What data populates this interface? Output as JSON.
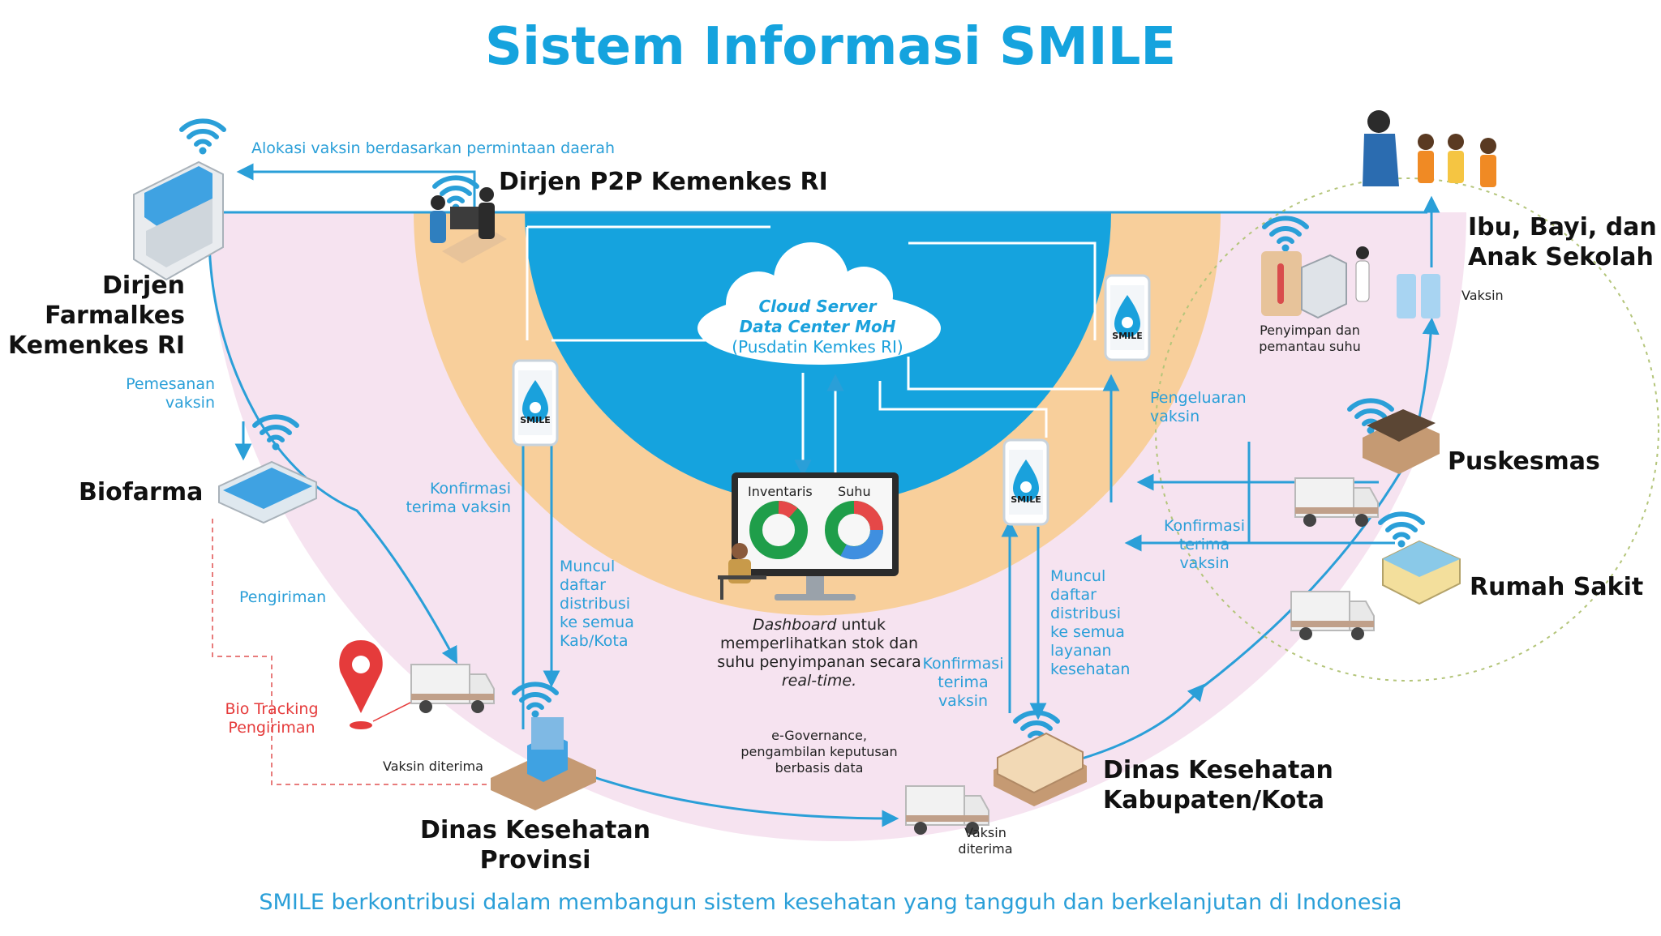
{
  "title": "Sistem Informasi SMILE",
  "footer": "SMILE berkontribusi dalam membangun sistem kesehatan yang tangguh dan berkelanjutan di Indonesia",
  "cloud": {
    "line1": "Cloud Server",
    "line2": "Data Center MoH",
    "line3": "(Pusdatin Kemkes RI)"
  },
  "dashboard": {
    "tab_inventaris": "Inventaris",
    "tab_suhu": "Suhu",
    "caption_1": "Dashboard",
    "caption_2": " untuk memperlihatkan stok dan suhu penyimpanan secara ",
    "caption_3": "real-time.",
    "governance": "e-Governance, pengambilan keputusan berbasis data"
  },
  "app_label": "SMILE",
  "nodes": {
    "dirjen_farmalkes": [
      "Dirjen",
      "Farmalkes",
      "Kemenkes RI"
    ],
    "dirjen_p2p": "Dirjen P2P Kemenkes RI",
    "biofarma": "Biofarma",
    "dinkes_provinsi": [
      "Dinas Kesehatan",
      "Provinsi"
    ],
    "dinkes_kabkota": [
      "Dinas Kesehatan",
      "Kabupaten/Kota"
    ],
    "puskesmas": "Puskesmas",
    "rumah_sakit": "Rumah Sakit",
    "ibu_bayi": [
      "Ibu, Bayi, dan",
      "Anak Sekolah"
    ]
  },
  "flows": {
    "alokasi": "Alokasi vaksin berdasarkan permintaan daerah",
    "pemesanan": [
      "Pemesanan",
      "vaksin"
    ],
    "pengiriman": "Pengiriman",
    "bio_tracking": [
      "Bio Tracking",
      "Pengiriman"
    ],
    "vaksin_diterima_1": "Vaksin diterima",
    "vaksin_diterima_2": [
      "Vaksin",
      "diterima"
    ],
    "konfirmasi_prov": [
      "Konfirmasi",
      "terima vaksin"
    ],
    "muncul_kab": [
      "Muncul",
      "daftar",
      "distribusi",
      "ke semua",
      "Kab/Kota"
    ],
    "konfirmasi_kab": [
      "Konfirmasi",
      "terima",
      "vaksin"
    ],
    "muncul_layanan": [
      "Muncul",
      "daftar",
      "distribusi",
      "ke semua",
      "layanan",
      "kesehatan"
    ],
    "pengeluaran": [
      "Pengeluaran",
      "vaksin"
    ],
    "konfirmasi_faskes": [
      "Konfirmasi",
      "terima",
      "vaksin"
    ],
    "penyimpan": [
      "Penyimpan dan",
      "pemantau suhu"
    ],
    "vaksin": "Vaksin"
  },
  "colors": {
    "title_blue": "#15a3de",
    "line_blue": "#2a9fd8",
    "inner_blue": "#15a3de",
    "peach": "#f8cf9b",
    "pink": "#f6e3f0",
    "tracking_red": "#e53b3b",
    "dark_text": "#111111"
  },
  "icons": [
    "wifi-icon",
    "building-icon",
    "factory-icon",
    "truck-icon",
    "location-pin-icon",
    "phone-app-icon",
    "monitor-icon",
    "cloud-icon",
    "fridge-icon",
    "vial-icon",
    "people-icon"
  ]
}
